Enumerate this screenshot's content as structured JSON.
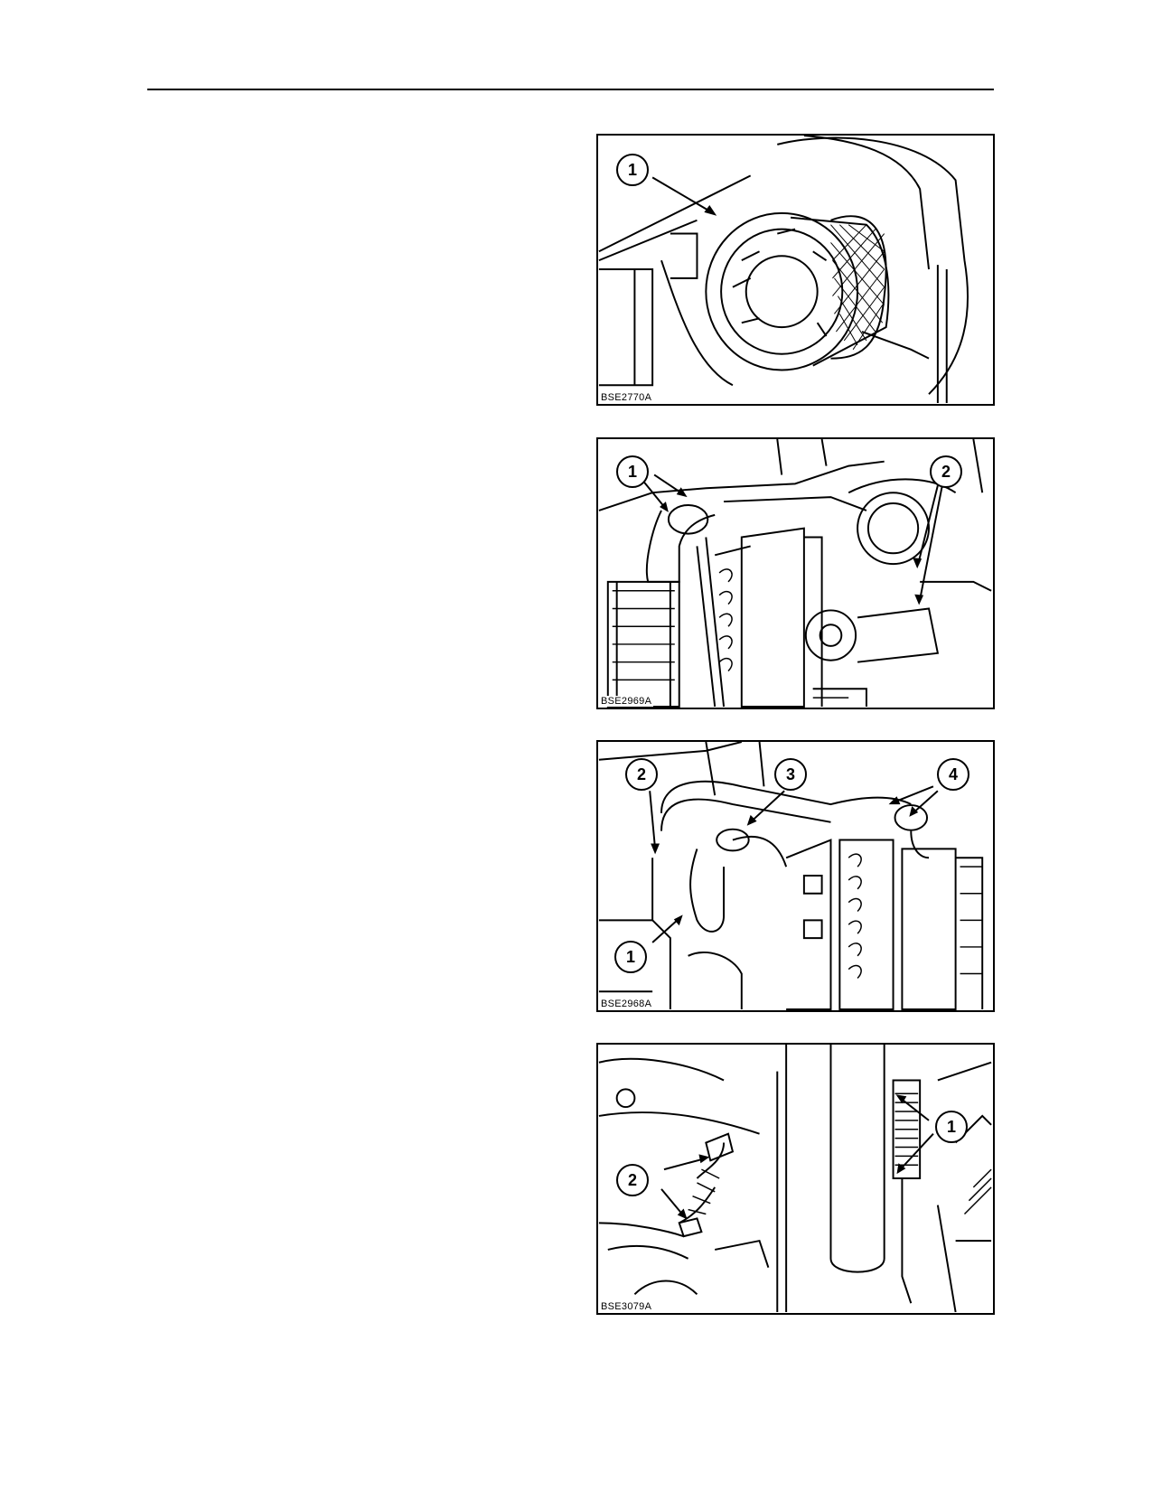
{
  "figures": [
    {
      "id": "BSE2770A",
      "callouts": [
        "1"
      ]
    },
    {
      "id": "BSE2969A",
      "callouts": [
        "1",
        "2"
      ]
    },
    {
      "id": "BSE2968A",
      "callouts": [
        "2",
        "3",
        "4",
        "1"
      ]
    },
    {
      "id": "BSE3079A",
      "callouts": [
        "1",
        "2"
      ]
    }
  ]
}
